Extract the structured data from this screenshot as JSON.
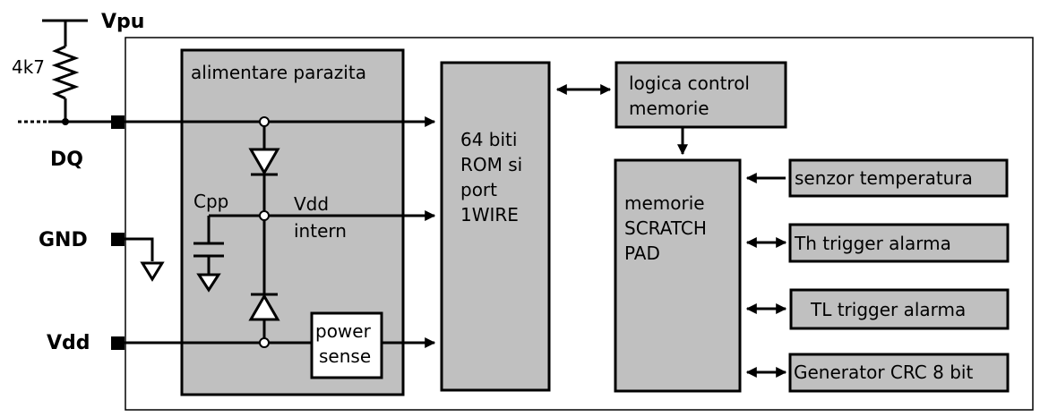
{
  "pins": {
    "vpu": "Vpu",
    "resistor": "4k7",
    "dq": "DQ",
    "gnd": "GND",
    "vdd": "Vdd"
  },
  "blocks": {
    "parasitic_power": "alimentare parazita",
    "cpp": "Cpp",
    "vdd_intern": [
      "Vdd",
      "intern"
    ],
    "power_sense": [
      "power",
      "sense"
    ],
    "rom": [
      "64 biti",
      "ROM si",
      "port",
      "1WIRE"
    ],
    "memory_control": [
      "logica control",
      "memorie"
    ],
    "scratchpad": [
      "memorie",
      "SCRATCH",
      "PAD"
    ],
    "temp_sensor": "senzor temperatura",
    "th_trigger": "Th trigger alarma",
    "tl_trigger": "TL trigger alarma",
    "crc_generator": "Generator CRC 8 bit"
  }
}
